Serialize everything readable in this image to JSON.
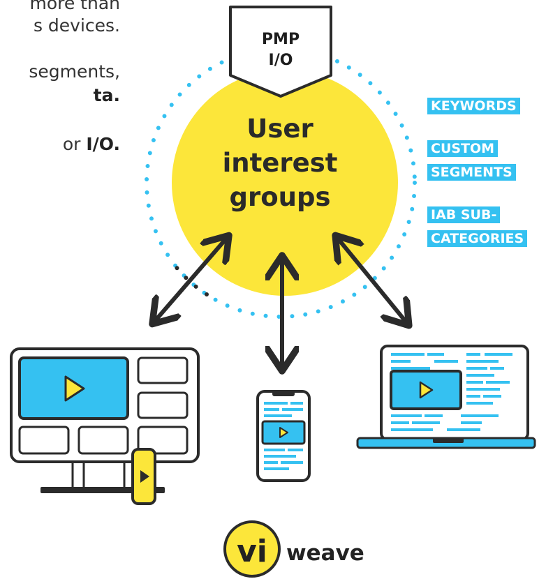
{
  "intro": {
    "line1": "more than",
    "line2": "s devices.",
    "line3": "segments,",
    "line4_bold": "ta.",
    "line5_plain": "or ",
    "line5_bold": "I/O."
  },
  "pmp_label": {
    "line1": "PMP",
    "line2": "I/O"
  },
  "center": {
    "line1": "User",
    "line2": "interest",
    "line3": "groups"
  },
  "tags": {
    "keywords": "KEYWORDS",
    "custom1": "CUSTOM",
    "custom2": "SEGMENTS",
    "iab1": "IAB SUB-",
    "iab2": "CATEGORIES"
  },
  "brand": {
    "mark": "vi",
    "word": "weave"
  },
  "colors": {
    "yellow": "#fce63a",
    "blue": "#35c1f1",
    "ink": "#2b2b2b"
  },
  "icons": [
    "play-icon",
    "desktop-monitor",
    "smartphone",
    "laptop",
    "tablet-stick"
  ]
}
